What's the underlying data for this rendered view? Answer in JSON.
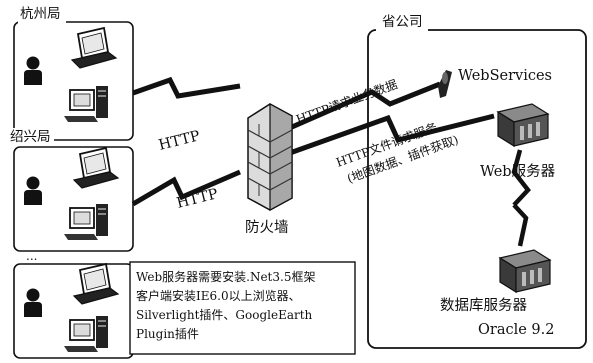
{
  "branches": [
    {
      "name": "杭州局"
    },
    {
      "name": "绍兴局"
    },
    {
      "name": "..."
    }
  ],
  "province": {
    "name": "省公司"
  },
  "links": {
    "http_1": "HTTP",
    "http_2": "HTTP",
    "request_business": "HTTP请求业务数据",
    "request_file_line1": "HTTP文件请求服务",
    "request_file_line2": "(地图数据、插件获取)"
  },
  "firewall": {
    "label": "防火墙"
  },
  "web_services": {
    "label": "WebServices"
  },
  "web_server": {
    "label": "Web服务器"
  },
  "db_server": {
    "label_line1": "数据库服务器",
    "label_line2": "Oracle 9.2"
  },
  "note": {
    "lines": [
      "Web服务器需要安装.Net3.5框架",
      "客户端安装IE6.0以上浏览器、",
      "Silverlight插件、GoogleEarth",
      "Plugin插件"
    ]
  },
  "icons": [
    "user-icon",
    "laptop-icon",
    "desktop-pc-icon",
    "firewall-icon",
    "web-services-icon",
    "server-icon",
    "database-server-icon",
    "lightning-icon"
  ],
  "colors": {
    "ink": "#111111",
    "box_fill": "#ffffff",
    "server_gray": "#4a4a4a"
  }
}
